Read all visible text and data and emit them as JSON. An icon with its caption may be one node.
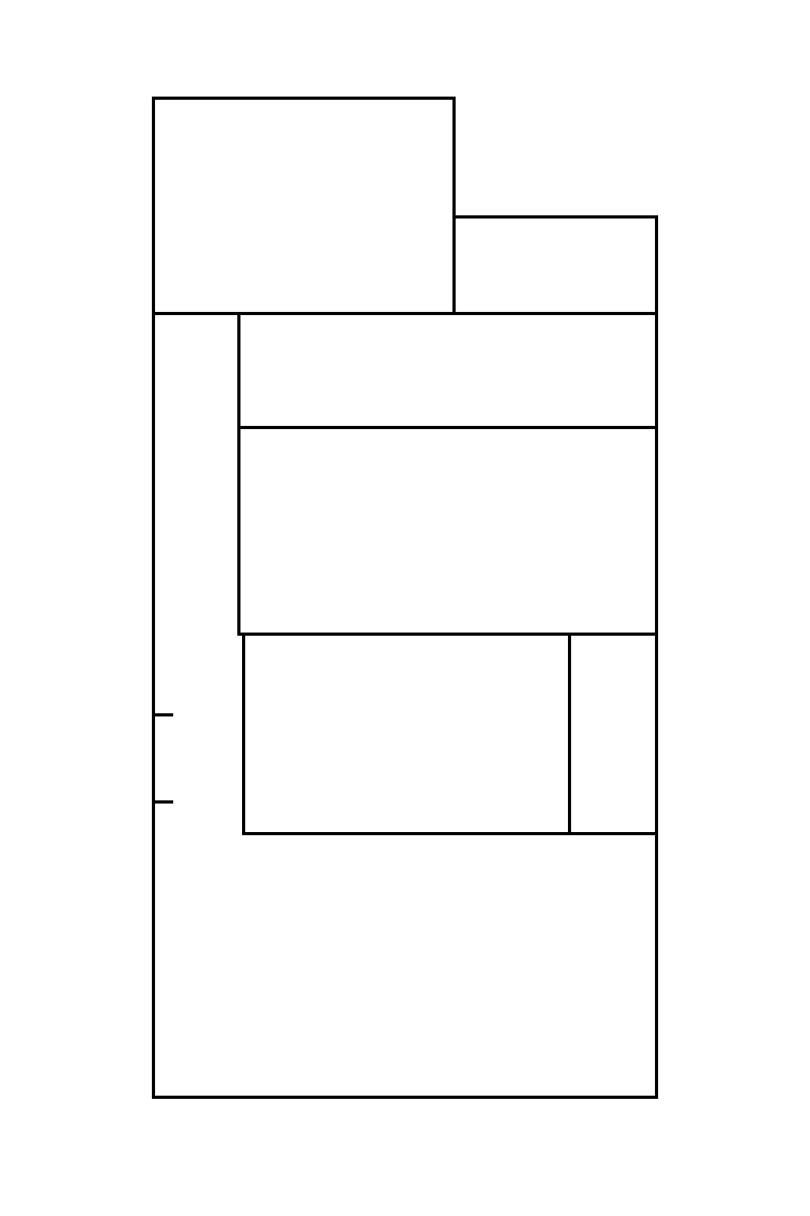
{
  "diagram": {
    "nodes": [
      {
        "text": [],
        "shape": "box"
      },
      {
        "text": [],
        "shape": "box"
      },
      {
        "text": [],
        "shape": "box",
        "in": 1
      },
      {
        "text": [],
        "shape": "box",
        "in": 1
      },
      {
        "text": [],
        "shape": "box",
        "in": 1
      },
      {
        "text": [],
        "shape": "box",
        "in": 1
      }
    ]
  }
}
